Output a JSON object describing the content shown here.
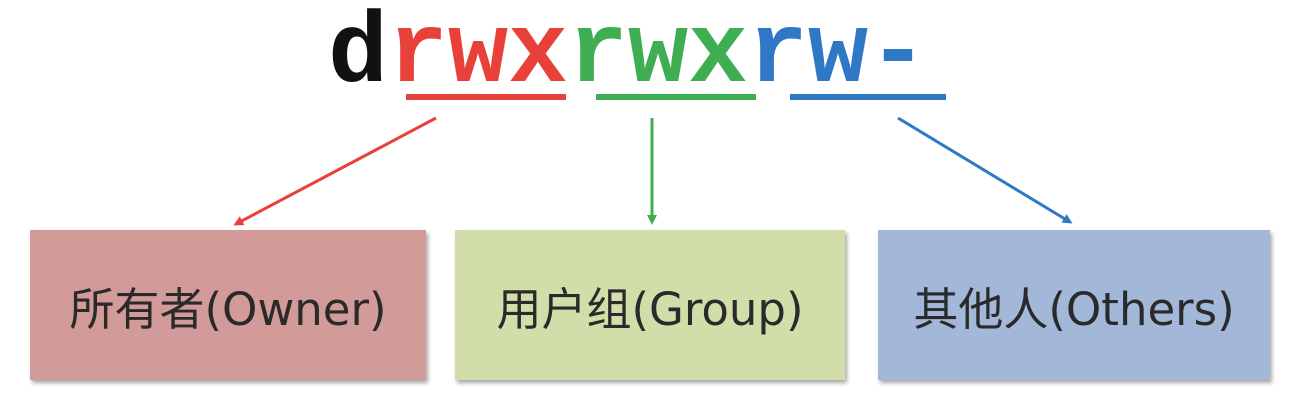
{
  "permission": {
    "type_char": "d",
    "owner": [
      "r",
      "w",
      "x"
    ],
    "group": [
      "r",
      "w",
      "x"
    ],
    "others": [
      "r",
      "w",
      "-"
    ]
  },
  "labels": {
    "owner": "所有者(Owner)",
    "group": "用户组(Group)",
    "others": "其他人(Others)"
  },
  "colors": {
    "type_char": "#111111",
    "owner": "#e8413a",
    "group": "#3fae52",
    "others": "#2f78c6",
    "owner_box": "#d39a9a",
    "group_box": "#d2deaa",
    "others_box": "#a3b8d8"
  }
}
